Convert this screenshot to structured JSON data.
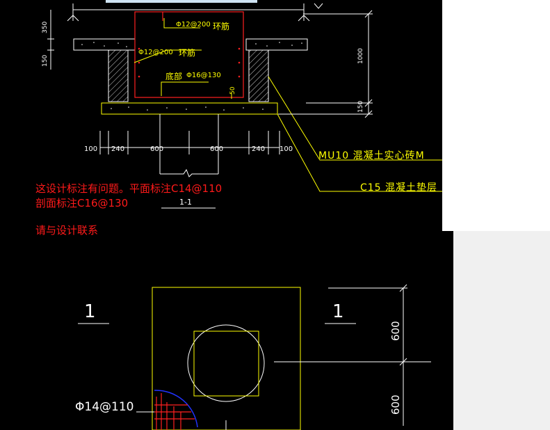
{
  "section": {
    "title": "1-1",
    "rebar_ring_top": "Φ12@200",
    "rebar_ring_top_label": "环筋",
    "rebar_ring_mid": "Φ12@200",
    "rebar_ring_mid_label": "环筋",
    "rebar_bottom_label": "底部",
    "rebar_bottom": "Φ16@130",
    "dim_50": "50",
    "dim_350": "350",
    "dim_150": "150",
    "dim_1000": "1000",
    "dim_150_right": "150",
    "bottom_dims": [
      "100",
      "240",
      "600",
      "600",
      "240",
      "100"
    ],
    "label_brick": "MU10 混凝土实心砖M",
    "label_concrete": "C15 混凝土垫层"
  },
  "notes": {
    "line1": "这设计标注有问题。平面标注C14@110",
    "line2": "剖面标注C16@130",
    "line3": "请与设计联系"
  },
  "plan": {
    "cut_mark_left": "1",
    "cut_mark_right": "1",
    "dim_top": "600",
    "dim_bottom": "600",
    "rebar_label": "Φ14@110"
  },
  "colors": {
    "background": "#000000",
    "dimension": "#ffff00",
    "rebar": "#ff2020",
    "structure": "#ffffff",
    "note": "#ff1a1a"
  }
}
